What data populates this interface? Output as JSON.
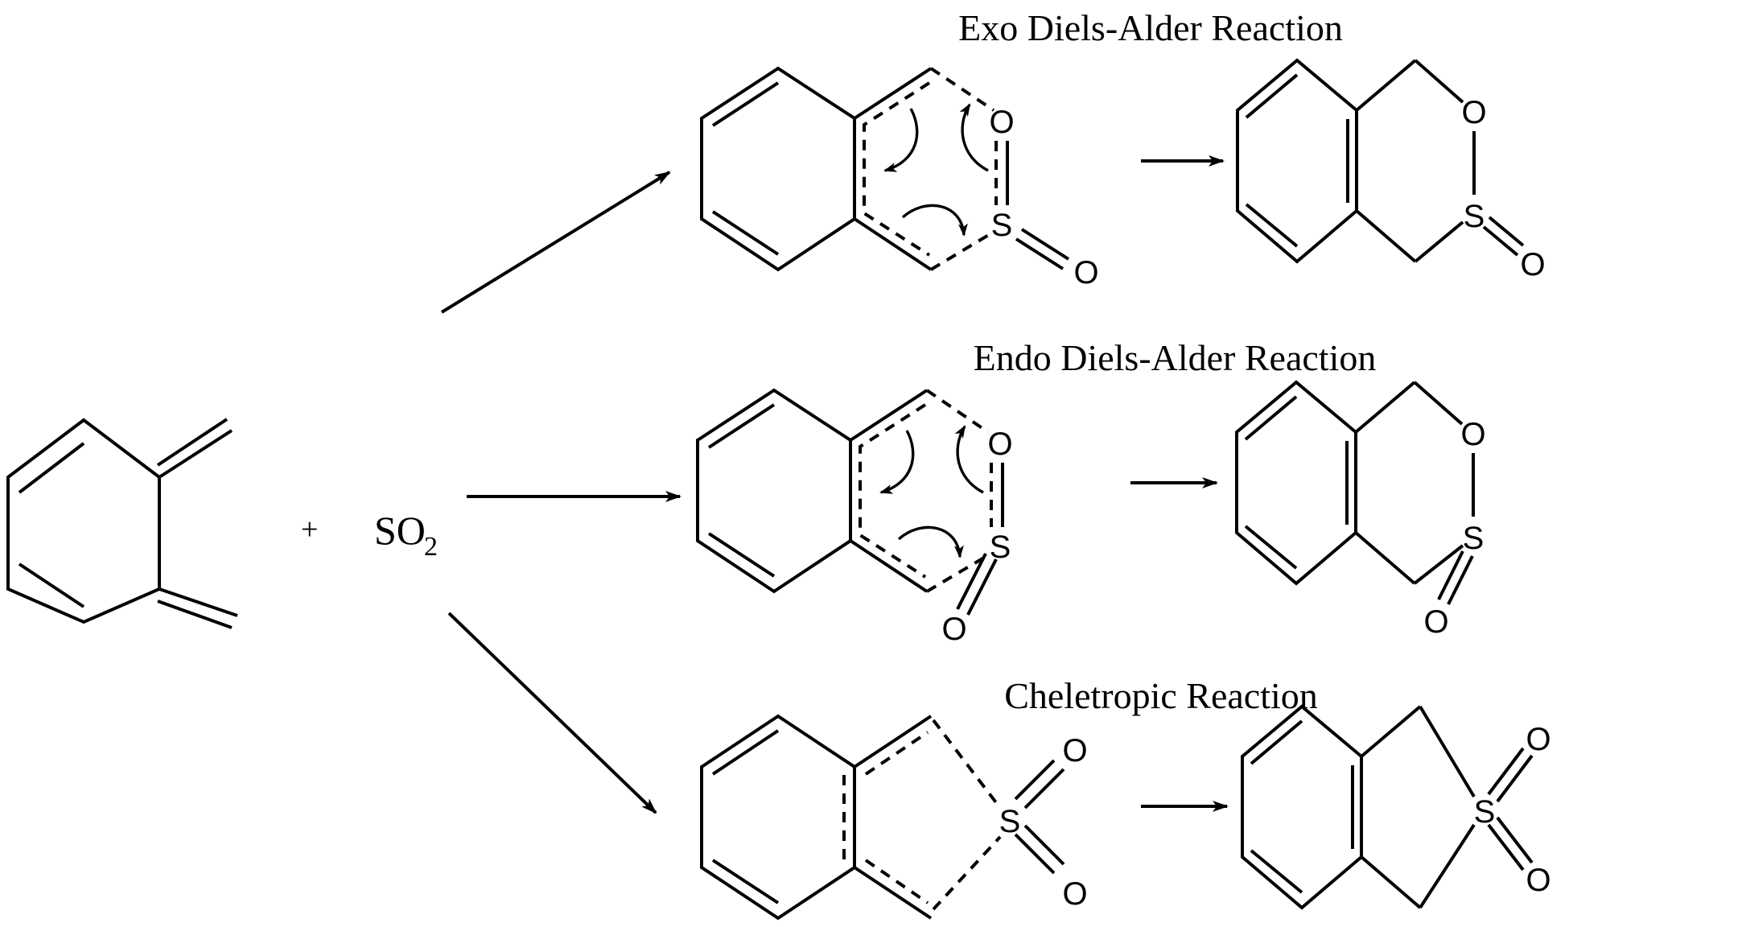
{
  "diagram": {
    "type": "reaction-scheme",
    "reactants": {
      "diene": "o-xylylene (5,6-dimethylidenecyclohexa-1,3-diene)",
      "plus": "+",
      "reagent_main": "SO",
      "reagent_subscript": "2"
    },
    "pathways": [
      {
        "title": "Exo Diels-Alder Reaction",
        "transition_state_atoms": {
          "o_ring": "O",
          "s": "S",
          "o_exo": "O"
        },
        "product_atoms": {
          "o_ring": "O",
          "s": "S",
          "o_exo": "O"
        }
      },
      {
        "title": "Endo Diels-Alder Reaction",
        "transition_state_atoms": {
          "o_ring": "O",
          "s": "S",
          "o_endo": "O"
        },
        "product_atoms": {
          "o_ring": "O",
          "s": "S",
          "o_endo": "O"
        }
      },
      {
        "title": "Cheletropic Reaction",
        "transition_state_atoms": {
          "s": "S",
          "o_top": "O",
          "o_bottom": "O"
        },
        "product_atoms": {
          "s": "S",
          "o_top": "O",
          "o_bottom": "O"
        }
      }
    ],
    "colors": {
      "ink": "#000000",
      "background": "#ffffff"
    }
  }
}
